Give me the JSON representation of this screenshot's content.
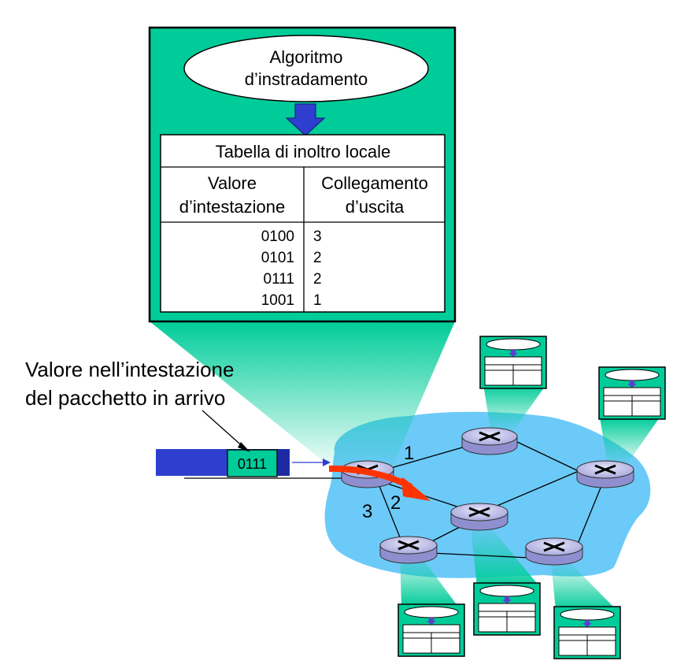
{
  "routing_box": {
    "algorithm_label_line1": "Algoritmo",
    "algorithm_label_line2": "d’instradamento",
    "table_title": "Tabella di inoltro locale",
    "col1_header_line1": "Valore",
    "col1_header_line2": "d’intestazione",
    "col2_header_line1": "Collegamento",
    "col2_header_line2": "d’uscita",
    "rows": [
      {
        "header": "0100",
        "link": "3"
      },
      {
        "header": "0101",
        "link": "2"
      },
      {
        "header": "0111",
        "link": "2"
      },
      {
        "header": "1001",
        "link": "1"
      }
    ]
  },
  "annotation": {
    "line1": "Valore nell’intestazione",
    "line2": "del pacchetto in arrivo"
  },
  "packet": {
    "header_value": "0111"
  },
  "link_labels": {
    "link1": "1",
    "link2": "2",
    "link3": "3"
  },
  "colors": {
    "green": "#00cc99",
    "cloud": "#6ccaf8",
    "router": "#c8c8f0",
    "packet_blue": "#2e3fcf",
    "arrow_red": "#ff3300"
  }
}
